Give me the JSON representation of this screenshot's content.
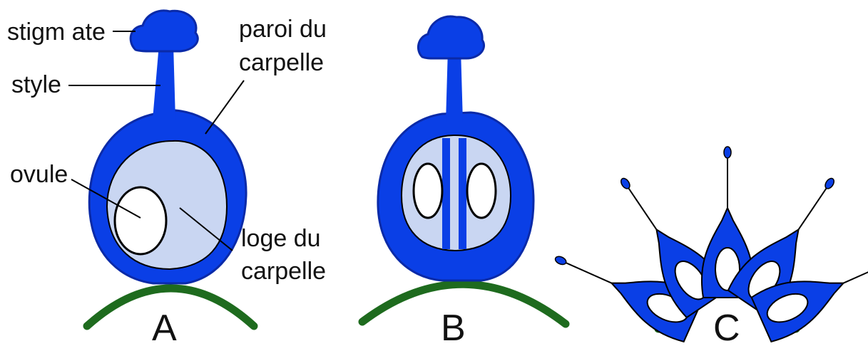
{
  "colors": {
    "tissue": "#0a3fe6",
    "cavity": "#c9d6f2",
    "ovule": "#ffffff",
    "outline": "#000000",
    "receptacle": "#1e6b1e",
    "text": "#111111"
  },
  "labels": {
    "stigmate": "stigm ate",
    "style": "style",
    "paroi_line1": "paroi du",
    "paroi_line2": "carpelle",
    "ovule": "ovule",
    "loge_line1": "loge du",
    "loge_line2": "carpelle"
  },
  "panels": {
    "a": "A",
    "b": "B",
    "c": "C"
  }
}
